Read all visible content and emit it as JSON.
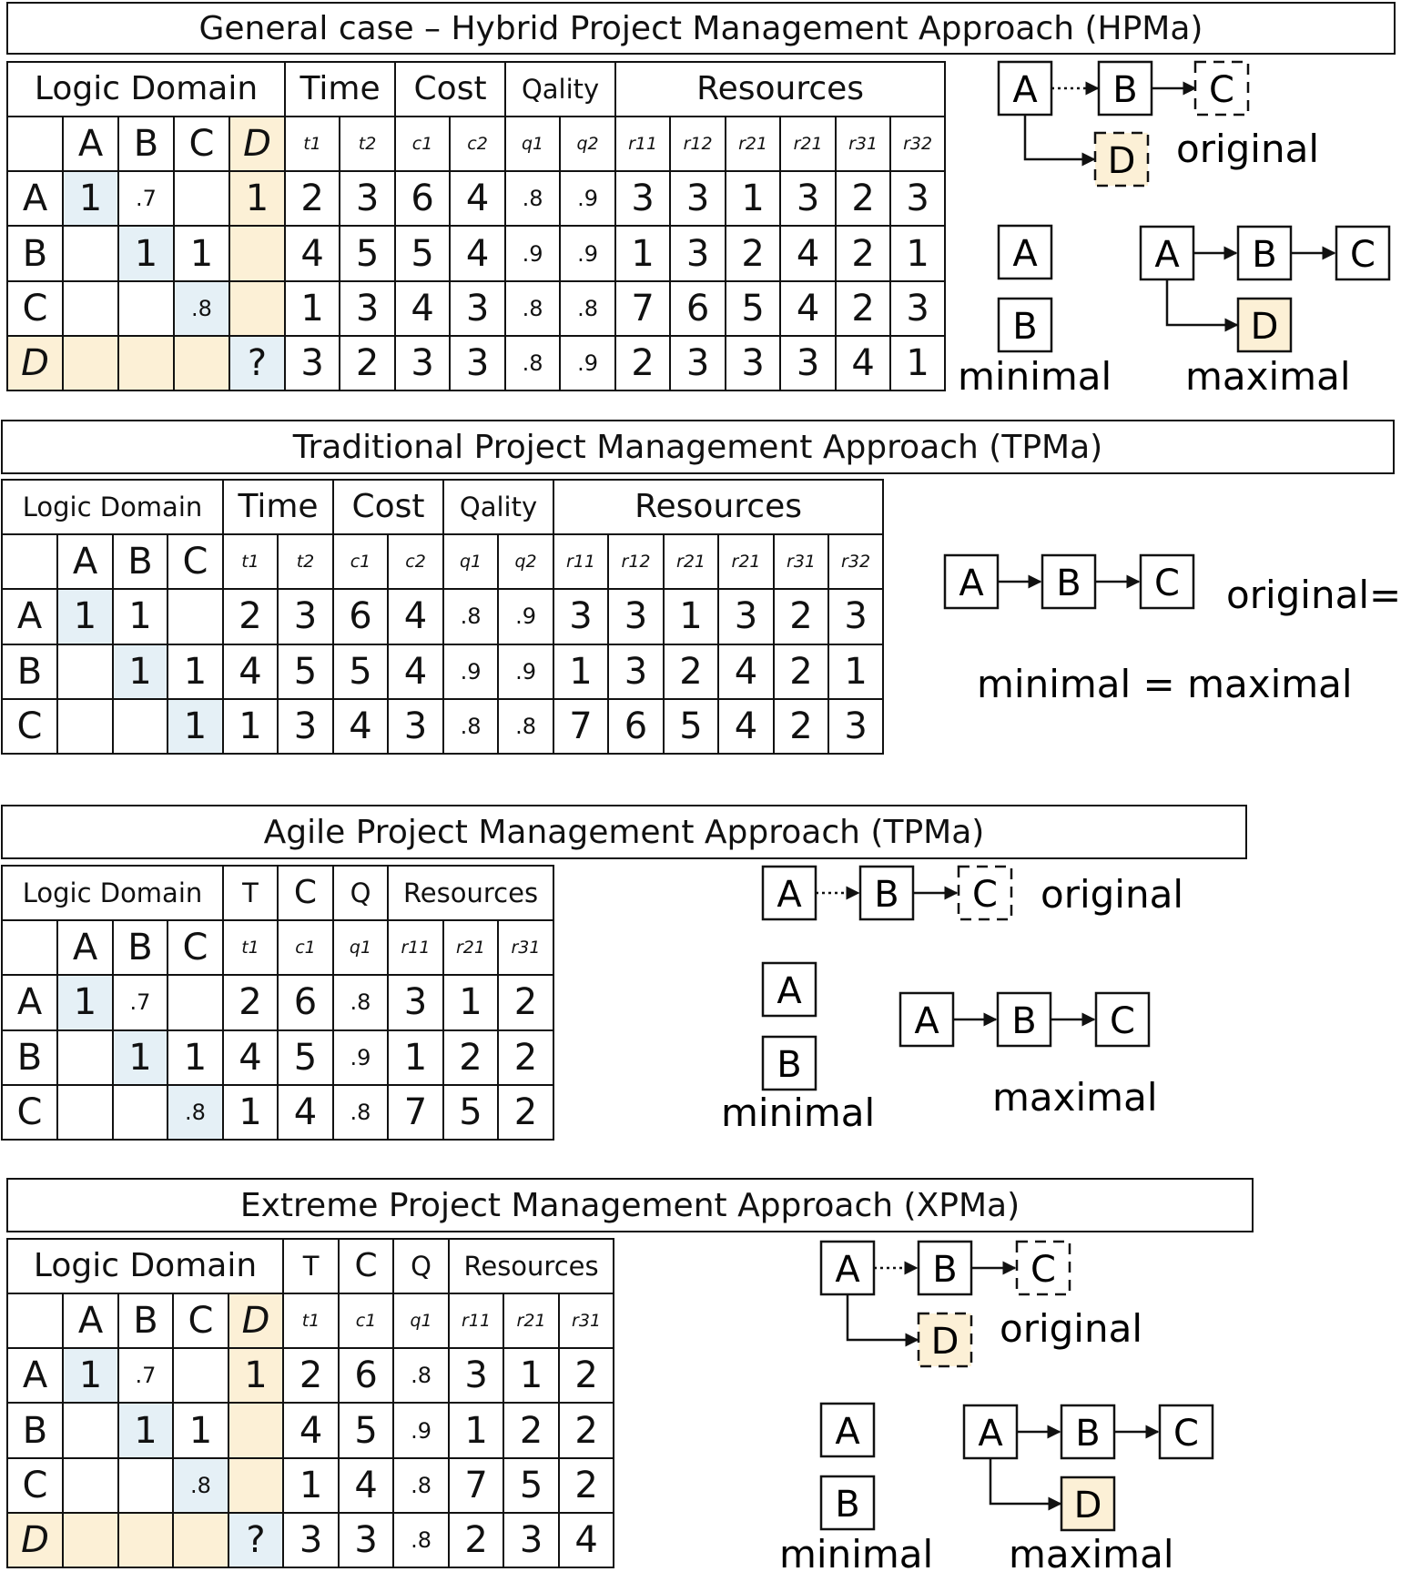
{
  "sections": [
    {
      "title": "General case – Hybrid Project Management Approach (HPMa)",
      "header": [
        "Logic Domain",
        "Time",
        "Cost",
        "Qality",
        "Resources"
      ],
      "col_labels": [
        "",
        "A",
        "B",
        "C",
        "D"
      ],
      "sub_labels": [
        "t1",
        "t2",
        "c1",
        "c2",
        "q1",
        "q2",
        "r11",
        "r12",
        "r21",
        "r21",
        "r31",
        "r32"
      ],
      "rows": [
        {
          "label": "A",
          "logic": [
            "1",
            ".7",
            "",
            "1"
          ],
          "values": [
            "2",
            "3",
            "6",
            "4",
            ".8",
            ".9",
            "3",
            "3",
            "1",
            "3",
            "2",
            "3"
          ]
        },
        {
          "label": "B",
          "logic": [
            "",
            "1",
            "1",
            ""
          ],
          "values": [
            "4",
            "5",
            "5",
            "4",
            ".9",
            ".9",
            "1",
            "3",
            "2",
            "4",
            "2",
            "1"
          ]
        },
        {
          "label": "C",
          "logic": [
            "",
            "",
            ".8",
            ""
          ],
          "values": [
            "1",
            "3",
            "4",
            "3",
            ".8",
            ".8",
            "7",
            "6",
            "5",
            "4",
            "2",
            "3"
          ]
        },
        {
          "label": "D",
          "logic": [
            "",
            "",
            "",
            "?"
          ],
          "values": [
            "3",
            "2",
            "3",
            "3",
            ".8",
            ".9",
            "2",
            "3",
            "3",
            "3",
            "4",
            "1"
          ]
        }
      ],
      "diagram": {
        "original_label": "original",
        "minimal_label": "minimal",
        "maximal_label": "maximal"
      }
    },
    {
      "title": "Traditional Project Management Approach (TPMa)",
      "header": [
        "Logic Domain",
        "Time",
        "Cost",
        "Qality",
        "Resources"
      ],
      "col_labels": [
        "",
        "A",
        "B",
        "C"
      ],
      "sub_labels": [
        "t1",
        "t2",
        "c1",
        "c2",
        "q1",
        "q2",
        "r11",
        "r12",
        "r21",
        "r21",
        "r31",
        "r32"
      ],
      "rows": [
        {
          "label": "A",
          "logic": [
            "1",
            "1",
            ""
          ],
          "values": [
            "2",
            "3",
            "6",
            "4",
            ".8",
            ".9",
            "3",
            "3",
            "1",
            "3",
            "2",
            "3"
          ]
        },
        {
          "label": "B",
          "logic": [
            "",
            "1",
            "1"
          ],
          "values": [
            "4",
            "5",
            "5",
            "4",
            ".9",
            ".9",
            "1",
            "3",
            "2",
            "4",
            "2",
            "1"
          ]
        },
        {
          "label": "C",
          "logic": [
            "",
            "",
            "1"
          ],
          "values": [
            "1",
            "3",
            "4",
            "3",
            ".8",
            ".8",
            "7",
            "6",
            "5",
            "4",
            "2",
            "3"
          ]
        }
      ],
      "diagram": {
        "original_label": "original=",
        "equal_label": "minimal = maximal"
      }
    },
    {
      "title": "Agile Project Management Approach (TPMa)",
      "header": [
        "Logic Domain",
        "T",
        "C",
        "Q",
        "Resources"
      ],
      "col_labels": [
        "",
        "A",
        "B",
        "C"
      ],
      "sub_labels": [
        "t1",
        "c1",
        "q1",
        "r11",
        "r21",
        "r31"
      ],
      "rows": [
        {
          "label": "A",
          "logic": [
            "1",
            ".7",
            ""
          ],
          "values": [
            "2",
            "6",
            ".8",
            "3",
            "1",
            "2"
          ]
        },
        {
          "label": "B",
          "logic": [
            "",
            "1",
            "1"
          ],
          "values": [
            "4",
            "5",
            ".9",
            "1",
            "2",
            "2"
          ]
        },
        {
          "label": "C",
          "logic": [
            "",
            "",
            ".8"
          ],
          "values": [
            "1",
            "4",
            ".8",
            "7",
            "5",
            "2"
          ]
        }
      ],
      "diagram": {
        "original_label": "original",
        "minimal_label": "minimal",
        "maximal_label": "maximal"
      }
    },
    {
      "title": "Extreme Project Management Approach (XPMa)",
      "header": [
        "Logic Domain",
        "T",
        "C",
        "Q",
        "Resources"
      ],
      "col_labels": [
        "",
        "A",
        "B",
        "C",
        "D"
      ],
      "sub_labels": [
        "t1",
        "c1",
        "q1",
        "r11",
        "r21",
        "r31"
      ],
      "rows": [
        {
          "label": "A",
          "logic": [
            "1",
            ".7",
            "",
            "1"
          ],
          "values": [
            "2",
            "6",
            ".8",
            "3",
            "1",
            "2"
          ]
        },
        {
          "label": "B",
          "logic": [
            "",
            "1",
            "1",
            ""
          ],
          "values": [
            "4",
            "5",
            ".9",
            "1",
            "2",
            "2"
          ]
        },
        {
          "label": "C",
          "logic": [
            "",
            "",
            ".8",
            ""
          ],
          "values": [
            "1",
            "4",
            ".8",
            "7",
            "5",
            "2"
          ]
        },
        {
          "label": "D",
          "logic": [
            "",
            "",
            "",
            "?"
          ],
          "values": [
            "3",
            "3",
            ".8",
            "2",
            "3",
            "4"
          ]
        }
      ],
      "diagram": {
        "original_label": "original",
        "minimal_label": "minimal",
        "maximal_label": "maximal"
      }
    }
  ],
  "node_labels": [
    "A",
    "B",
    "C",
    "D"
  ],
  "colors": {
    "logic_highlight": "#e5f0f6",
    "extra_task_highlight": "#fcf0d6",
    "line": "#111111"
  }
}
